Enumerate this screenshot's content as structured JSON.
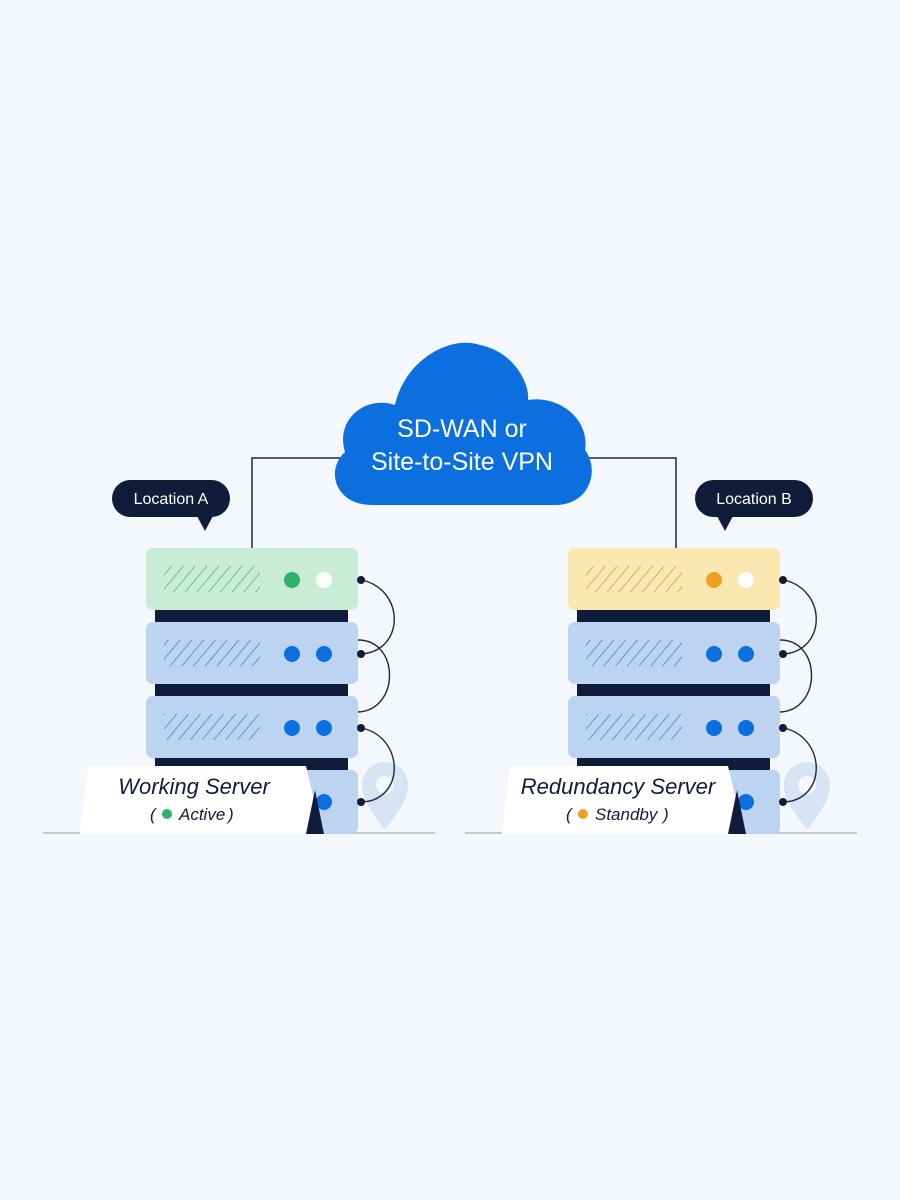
{
  "cloud": {
    "line1": "SD-WAN or",
    "line2": "Site-to-Site VPN",
    "color": "#0b6fe0"
  },
  "sites": [
    {
      "location": "Location A",
      "server_name": "Working Server",
      "status": "Active",
      "status_color": "#2fb36b",
      "top_color": "#c9ecd6",
      "top_hatch": "#3fa36b"
    },
    {
      "location": "Location B",
      "server_name": "Redundancy Server",
      "status": "Standby",
      "status_color": "#f0a020",
      "top_color": "#fbe7b0",
      "top_hatch": "#d29a2a"
    }
  ],
  "colors": {
    "rack_blue": "#bcd3f2",
    "led_blue": "#0b6fe0",
    "dark": "#0f1d3a",
    "background": "#f4f7fb"
  }
}
